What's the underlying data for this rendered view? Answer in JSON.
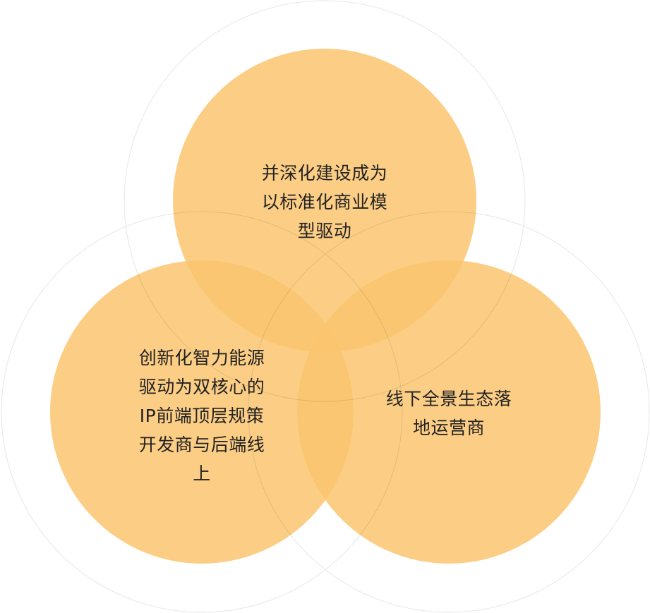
{
  "diagram": {
    "type": "venn",
    "fill_color": "#FCC570",
    "fill_opacity": 0.85,
    "outline_color": "#E6E6E6",
    "circles": [
      {
        "id": "top",
        "lines": [
          "并深化建设成为",
          "以标准化商业模",
          "型驱动"
        ]
      },
      {
        "id": "left",
        "lines": [
          "创新化智力能源",
          "驱动为双核心的",
          "IP前端顶层规策",
          "开发商与后端线",
          "上"
        ]
      },
      {
        "id": "right",
        "lines": [
          "线下全景生态落",
          "地运营商"
        ]
      }
    ]
  }
}
